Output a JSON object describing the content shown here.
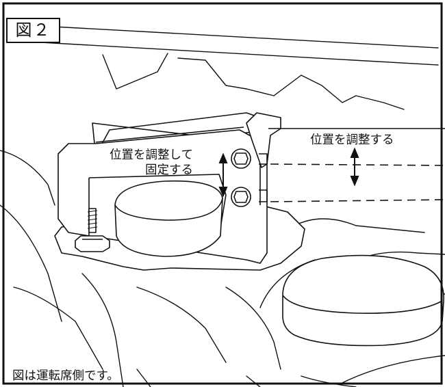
{
  "figure": {
    "label": "図２",
    "annotation_left_line1": "位置を調整して",
    "annotation_left_line2": "固定する",
    "annotation_right": "位置を調整する",
    "caption": "図は運転席側です。"
  }
}
